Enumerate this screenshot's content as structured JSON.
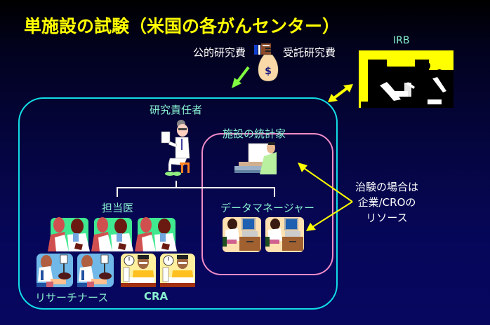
{
  "slide": {
    "title": "単施設の試験（米国の各がんセンター）",
    "background_color": "#06065a",
    "title_color": "#ffff00",
    "label_color": "#88f0d0"
  },
  "funding": {
    "public_label": "公的研究費",
    "commissioned_label": "受託研究費",
    "money_bag_icon": "money-bag-icon",
    "money_symbol": "$"
  },
  "irb": {
    "label": "IRB",
    "image": "committee-meeting-illustration",
    "frame_color": "#ffff00"
  },
  "site": {
    "box_color": "#12dde6",
    "principal_investigator": {
      "label": "研究責任者",
      "icon": "doctor-reading-icon"
    },
    "attending_physicians": {
      "label": "担当医",
      "icons": [
        "doctor-patient-icon",
        "doctor-patient-icon",
        "doctor-patient-icon"
      ]
    },
    "research_nurses": {
      "label": "リサーチナース",
      "icons": [
        "nurse-patient-icon",
        "nurse-patient-icon"
      ]
    },
    "cra": {
      "label": "CRA",
      "icons": [
        "clerk-desk-icon",
        "clerk-desk-icon"
      ]
    },
    "statistics_group": {
      "box_color": "#f08cc8",
      "statistician": {
        "label": "施設の統計家",
        "icon": "computer-worker-icon"
      },
      "data_manager": {
        "label": "データマネージャー",
        "icons": [
          "office-worker-icon",
          "office-worker-icon"
        ]
      }
    }
  },
  "note": {
    "lines": [
      "治験の場合は",
      "企業/CROの",
      "リソース"
    ],
    "arrow_color": "#ffff00"
  },
  "arrows": {
    "funding_arrow_color": "#80ff40",
    "irb_arrow_color": "#ffff00"
  }
}
